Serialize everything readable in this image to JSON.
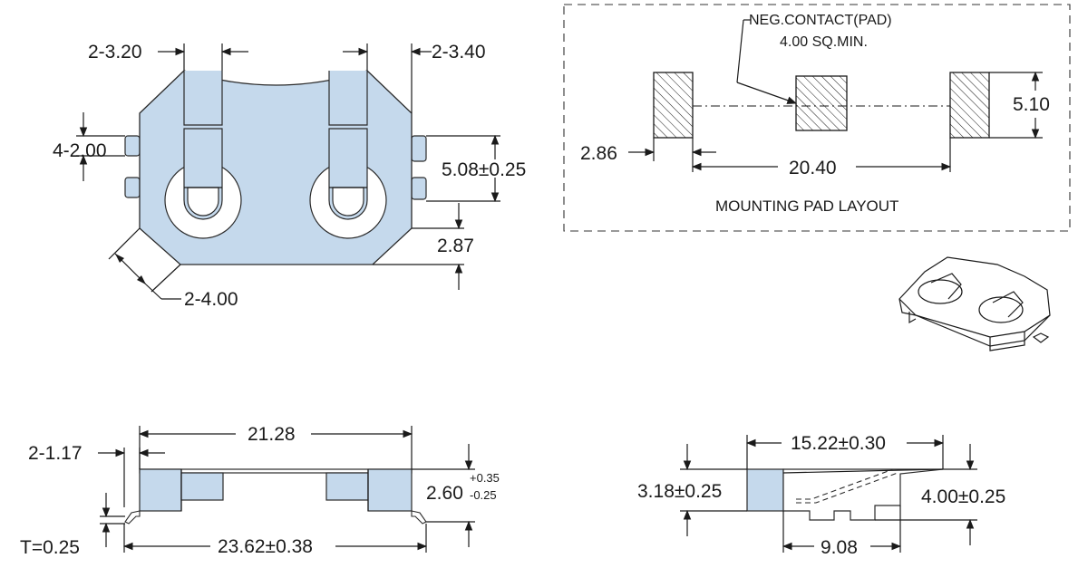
{
  "top_view": {
    "slot_width_left": "2-3.20",
    "slot_width_right": "2-3.40",
    "tab_height": "4-2.00",
    "tab_pitch": "5.08±0.25",
    "tab_offset": "2.87",
    "corner_chamfer": "2-4.00"
  },
  "pad_layout": {
    "neg_contact_label": "NEG.CONTACT(PAD)",
    "neg_contact_size": "4.00 SQ.MIN.",
    "pad_height": "5.10",
    "pad_width": "2.86",
    "pad_spacing": "20.40",
    "title": "MOUNTING PAD LAYOUT"
  },
  "side_view": {
    "body_length": "21.28",
    "tab_width": "2-1.17",
    "height": "2.60",
    "height_tol_plus": "+0.35",
    "height_tol_minus": "-0.25",
    "thickness": "T=0.25",
    "overall_length": "23.62±0.38"
  },
  "end_view": {
    "width": "15.22±0.30",
    "body_height": "3.18±0.25",
    "overall_height": "4.00±0.25",
    "foot_span": "9.08"
  }
}
